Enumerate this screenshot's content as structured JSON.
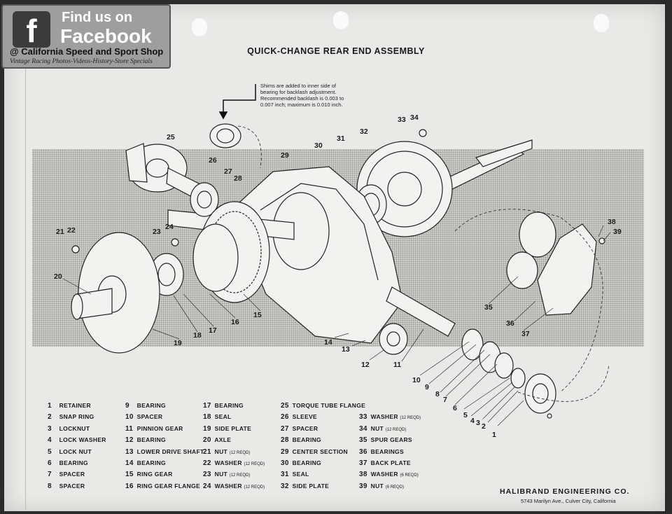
{
  "badge": {
    "logo_letter": "f",
    "line1": "Find us on",
    "line2": "Facebook",
    "shop": "@ California Speed and Sport Shop",
    "tagline": "Vintage Racing Photos-Videos-History-Store Specials"
  },
  "title": "QUICK-CHANGE REAR END ASSEMBLY",
  "note": "Shims are added to inner side of bearing for backlash adjustment. Recommended backlash is 0.003 to 0.007 inch; maximum is 0.010 inch.",
  "callouts": [
    "1",
    "2",
    "3",
    "4",
    "5",
    "6",
    "7",
    "8",
    "9",
    "10",
    "11",
    "12",
    "13",
    "14",
    "15",
    "16",
    "17",
    "18",
    "19",
    "20",
    "21",
    "22",
    "23",
    "24",
    "25",
    "26",
    "27",
    "28",
    "29",
    "30",
    "31",
    "32",
    "33",
    "34",
    "35",
    "36",
    "37",
    "38",
    "39"
  ],
  "legend": {
    "col1": [
      {
        "num": "1",
        "label": "RETAINER"
      },
      {
        "num": "2",
        "label": "SNAP RING"
      },
      {
        "num": "3",
        "label": "LOCKNUT"
      },
      {
        "num": "4",
        "label": "LOCK WASHER"
      },
      {
        "num": "5",
        "label": "LOCK NUT"
      },
      {
        "num": "6",
        "label": "BEARING"
      },
      {
        "num": "7",
        "label": "SPACER"
      },
      {
        "num": "8",
        "label": "SPACER"
      }
    ],
    "col2": [
      {
        "num": "9",
        "label": "BEARING"
      },
      {
        "num": "10",
        "label": "SPACER"
      },
      {
        "num": "11",
        "label": "PINNION GEAR"
      },
      {
        "num": "12",
        "label": "BEARING"
      },
      {
        "num": "13",
        "label": "LOWER DRIVE SHAFT"
      },
      {
        "num": "14",
        "label": "BEARING"
      },
      {
        "num": "15",
        "label": "RING GEAR"
      },
      {
        "num": "16",
        "label": "RING GEAR FLANGE"
      }
    ],
    "col3": [
      {
        "num": "17",
        "label": "BEARING",
        "suffix": ""
      },
      {
        "num": "18",
        "label": "SEAL",
        "suffix": ""
      },
      {
        "num": "19",
        "label": "SIDE PLATE",
        "suffix": ""
      },
      {
        "num": "20",
        "label": "AXLE",
        "suffix": ""
      },
      {
        "num": "21",
        "label": "NUT",
        "suffix": "(12 REQD)"
      },
      {
        "num": "22",
        "label": "WASHER",
        "suffix": "(12 REQD)"
      },
      {
        "num": "23",
        "label": "NUT",
        "suffix": "(12 REQD)"
      },
      {
        "num": "24",
        "label": "WASHER",
        "suffix": "(12 REQD)"
      }
    ],
    "col4": [
      {
        "num": "25",
        "label": "TORQUE TUBE FLANGE"
      },
      {
        "num": "26",
        "label": "SLEEVE"
      },
      {
        "num": "27",
        "label": "SPACER"
      },
      {
        "num": "28",
        "label": "BEARING"
      },
      {
        "num": "29",
        "label": "CENTER SECTION"
      },
      {
        "num": "30",
        "label": "BEARING"
      },
      {
        "num": "31",
        "label": "SEAL"
      },
      {
        "num": "32",
        "label": "SIDE PLATE"
      }
    ],
    "col5": [
      {
        "num": "33",
        "label": "WASHER",
        "suffix": "(12 REQD)"
      },
      {
        "num": "34",
        "label": "NUT",
        "suffix": "(12 REQD)"
      },
      {
        "num": "35",
        "label": "SPUR GEARS",
        "suffix": ""
      },
      {
        "num": "36",
        "label": "BEARINGS",
        "suffix": ""
      },
      {
        "num": "37",
        "label": "BACK PLATE",
        "suffix": ""
      },
      {
        "num": "38",
        "label": "WASHER",
        "suffix": "(6 REQD)"
      },
      {
        "num": "39",
        "label": "NUT",
        "suffix": "(6 REQD)"
      }
    ]
  },
  "company": "HALIBRAND ENGINEERING CO.",
  "address": "5743 Marilyn Ave., Culver City, California"
}
